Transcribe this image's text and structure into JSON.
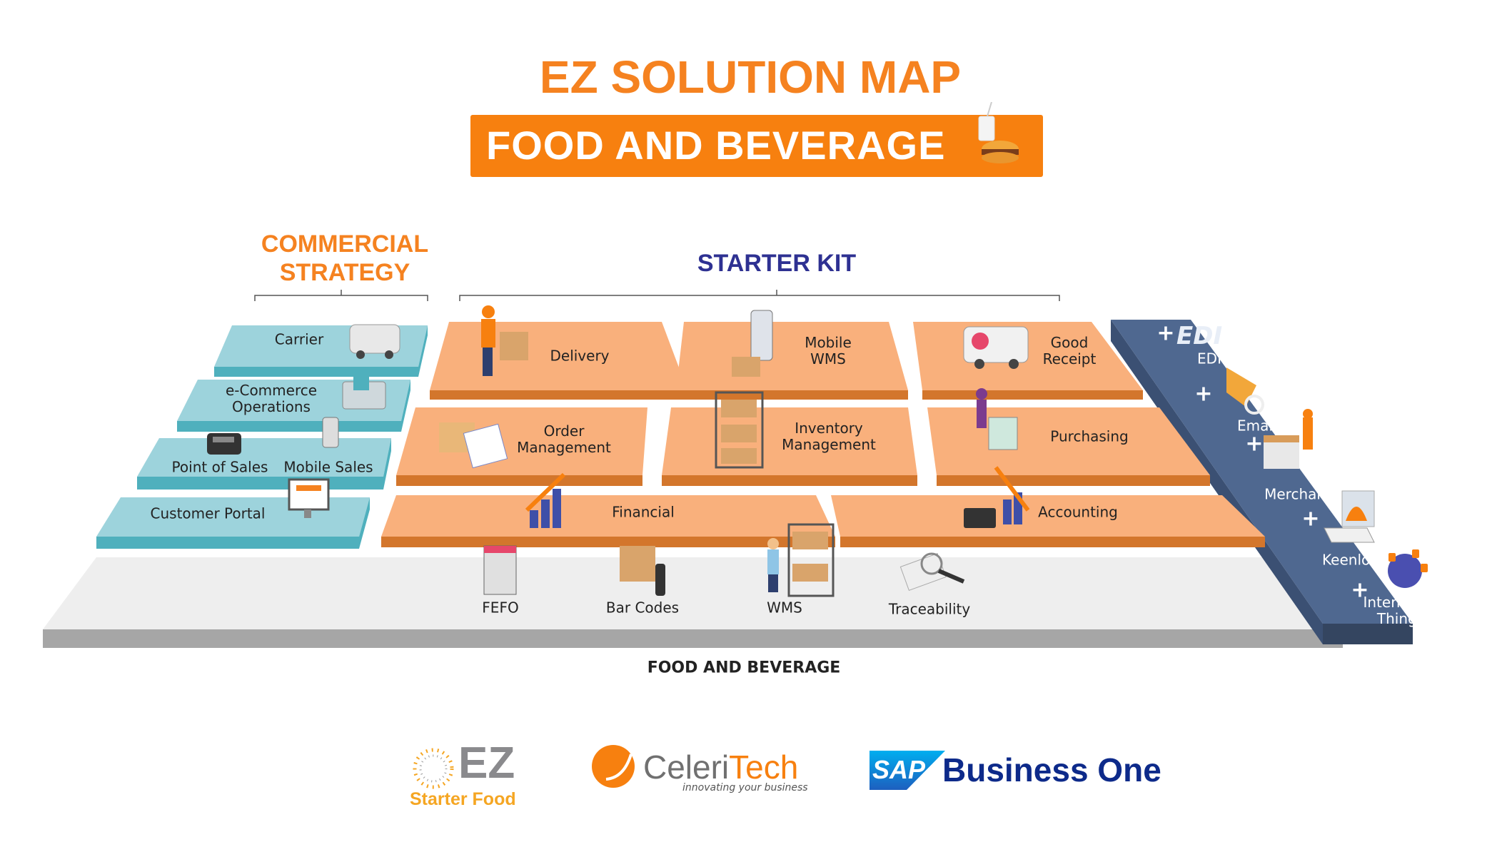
{
  "header": {
    "title": "EZ SOLUTION MAP",
    "subtitle": "FOOD AND BEVERAGE"
  },
  "sections": {
    "commercial": "COMMERCIAL STRATEGY",
    "starter": "STARTER KIT"
  },
  "commercial_items": [
    "Carrier",
    "e-Commerce Operations",
    "Point of Sales",
    "Mobile Sales",
    "Customer Portal"
  ],
  "starter_items": [
    "Delivery",
    "Mobile WMS",
    "Good Receipt",
    "Order Management",
    "Inventory Management",
    "Purchasing",
    "Financial",
    "Accounting"
  ],
  "base_items": [
    "FEFO",
    "Bar Codes",
    "WMS",
    "Traceability"
  ],
  "addons": [
    "EDI",
    "Emails",
    "Merchant",
    "Keenlog",
    "Internet of Things"
  ],
  "plus": "+",
  "footer": "FOOD AND BEVERAGE",
  "logos": {
    "ez": "EZ",
    "ez_sub": "Starter Food",
    "celeri_a": "Celeri",
    "celeri_b": "Tech",
    "celeri_tag": "innovating your business",
    "sap": "SAP",
    "sap_product": "Business One"
  },
  "colors": {
    "orange": "#f7800f",
    "navy": "#2e3192",
    "tile": "#f9b07c",
    "tile_edge": "#d3762c",
    "cyan": "#9dd3dc",
    "cyan_edge": "#4fb0bd",
    "slab": "#4f6890"
  }
}
